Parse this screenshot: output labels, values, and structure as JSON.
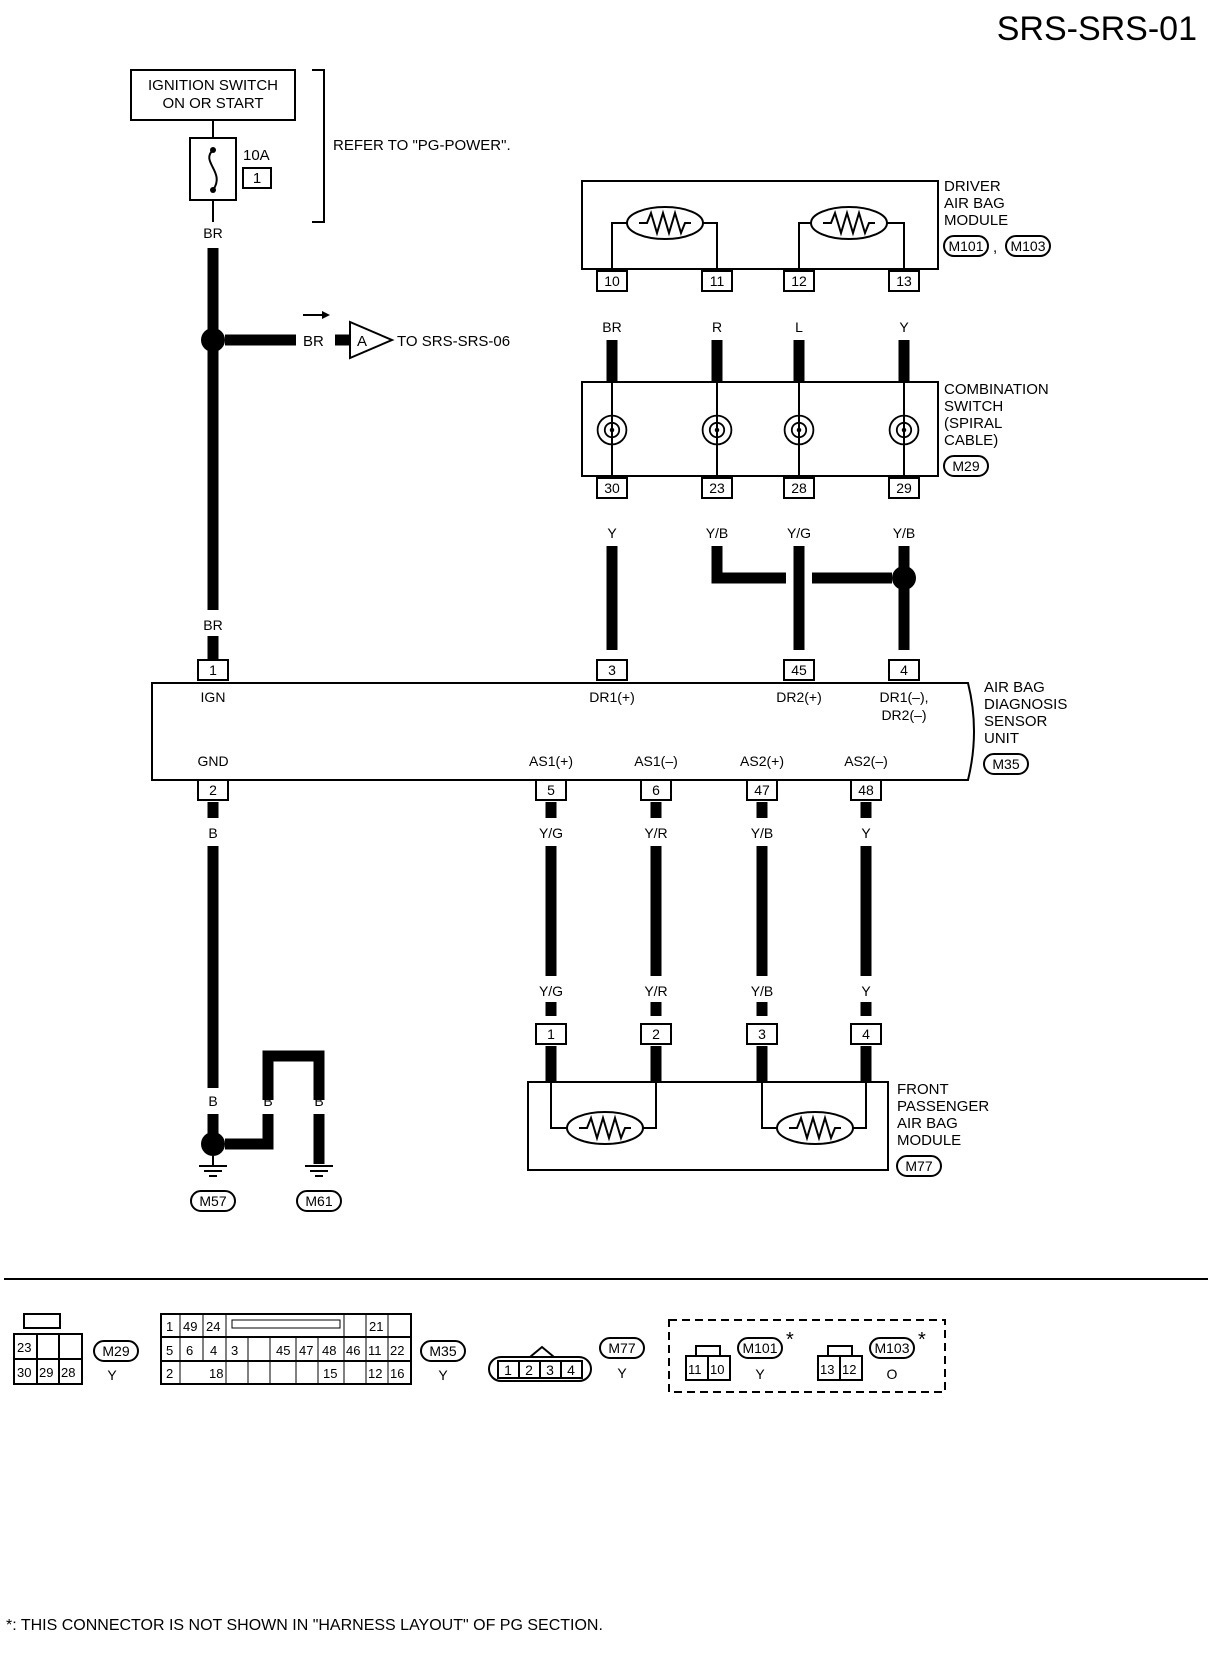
{
  "page_id": "SRS-SRS-01",
  "ignition": {
    "line1": "IGNITION SWITCH",
    "line2": "ON OR START"
  },
  "fuse": {
    "rating": "10A",
    "number": "1"
  },
  "refer": "REFER TO \"PG-POWER\".",
  "wire_colors": {
    "br": "BR",
    "b": "B",
    "r": "R",
    "l": "L",
    "y": "Y",
    "yb": "Y/B",
    "yg": "Y/G",
    "yr": "Y/R"
  },
  "offpage": {
    "letter": "A",
    "text": "TO SRS-SRS-06"
  },
  "driver_module": {
    "line1": "DRIVER",
    "line2": "AIR BAG",
    "line3": "MODULE",
    "conn1": "M101",
    "sep": ",",
    "conn2": "M103",
    "pins": [
      "10",
      "11",
      "12",
      "13"
    ]
  },
  "spiral": {
    "line1": "COMBINATION",
    "line2": "SWITCH",
    "line3": "(SPIRAL",
    "line4": "CABLE)",
    "conn": "M29",
    "pins_top": [
      "30",
      "23",
      "28",
      "29"
    ]
  },
  "sensor": {
    "line1": "AIR BAG",
    "line2": "DIAGNOSIS",
    "line3": "SENSOR",
    "line4": "UNIT",
    "conn": "M35",
    "top_pins": [
      "1",
      "3",
      "45",
      "4"
    ],
    "top_labels": [
      "IGN",
      "DR1(+)",
      "DR2(+)",
      "DR1(–),",
      "DR2(–)"
    ],
    "bottom_pins": [
      "2",
      "5",
      "6",
      "47",
      "48"
    ],
    "bottom_labels": [
      "GND",
      "AS1(+)",
      "AS1(–)",
      "AS2(+)",
      "AS2(–)"
    ]
  },
  "passenger": {
    "line1": "FRONT",
    "line2": "PASSENGER",
    "line3": "AIR BAG",
    "line4": "MODULE",
    "conn": "M77",
    "pins": [
      "1",
      "2",
      "3",
      "4"
    ]
  },
  "grounds": [
    "M57",
    "M61"
  ],
  "connectors": {
    "m29": {
      "name": "M29",
      "color": "Y",
      "row1": [
        "23"
      ],
      "row2": [
        "30",
        "29",
        "28"
      ]
    },
    "m35": {
      "name": "M35",
      "color": "Y",
      "row1": [
        "1",
        "49",
        "24",
        "21"
      ],
      "row2": [
        "5",
        "6",
        "4",
        "3",
        "45",
        "47",
        "48",
        "46",
        "11",
        "22"
      ],
      "row3": [
        "2",
        "18",
        "15",
        "12",
        "16"
      ]
    },
    "m77": {
      "name": "M77",
      "color": "Y",
      "pins": [
        "1",
        "2",
        "3",
        "4"
      ]
    },
    "m101": {
      "name": "M101",
      "color": "Y",
      "pins": [
        "11",
        "10"
      ]
    },
    "m103": {
      "name": "M103",
      "color": "O",
      "pins": [
        "13",
        "12"
      ]
    },
    "star": "*"
  },
  "footnote": "*: THIS CONNECTOR IS NOT SHOWN IN \"HARNESS LAYOUT\" OF PG SECTION."
}
